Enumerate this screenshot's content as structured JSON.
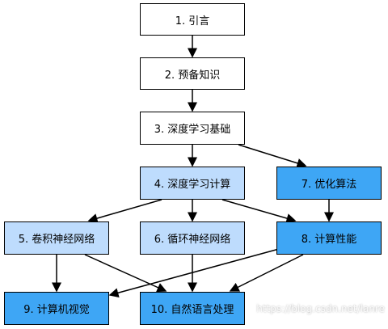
{
  "nodes": {
    "n1": "1. 引言",
    "n2": "2. 预备知识",
    "n3": "3. 深度学习基础",
    "n4": "4. 深度学习计算",
    "n5": "5. 卷积神经网络",
    "n6": "6. 循环神经网络",
    "n7": "7. 优化算法",
    "n8": "8. 计算性能",
    "n9": "9. 计算机视觉",
    "n10": "10. 自然语言处理"
  },
  "colors": {
    "white": "#ffffff",
    "light_blue": "#bedcfd",
    "dark_blue": "#3ea6f5",
    "arrow": "#000000"
  },
  "watermark": "https://blog.csdn.net/lanre"
}
